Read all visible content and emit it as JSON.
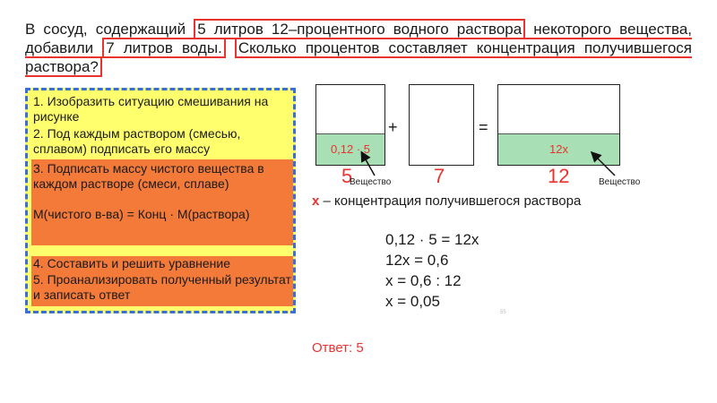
{
  "problem": {
    "part1": "В сосуд, содержащий ",
    "hl1": "5 литров 12–процентного водного раствора",
    "part2": " некоторого вещества, добавили ",
    "hl2": "7 литров воды.",
    "part3": " ",
    "hl3": "Сколько процентов составляет концентрация получившегося раствора?"
  },
  "steps": [
    "1. Изобразить ситуацию смешивания на рисунке",
    "2. Под каждым раствором (смесью, сплавом) подписать его массу",
    "3. Подписать массу чистого вещества в каждом растворе (смеси, сплаве)",
    "М(чистого в-ва) = Конц · М(раствора)",
    "4. Составить и решить уравнение",
    "5. Проанализировать полученный результат и записать ответ"
  ],
  "diagram": {
    "beaker1_label": "0,12 · 5",
    "beaker3_label": "12x",
    "plus": "+",
    "equals": "=",
    "mass1": "5",
    "mass2": "7",
    "mass3": "12",
    "substance1": "Вещество",
    "substance2": "Вещество",
    "concentration_symbol": "x",
    "concentration_text": " – концентрация получившегося раствора"
  },
  "equations": [
    "0,12 · 5 = 12x",
    "12x = 0,6",
    "x = 0,6 : 12",
    "x = 0,05"
  ],
  "answer": "Ответ: 5",
  "slide_number": "55",
  "colors": {
    "highlight_border": "#e8332f",
    "steps_background": "#ffff6e",
    "steps_border": "#3a6fd8",
    "step_orange": "#f47a3a",
    "liquid": "#a8dfb4",
    "accent_red": "#e8332f"
  }
}
